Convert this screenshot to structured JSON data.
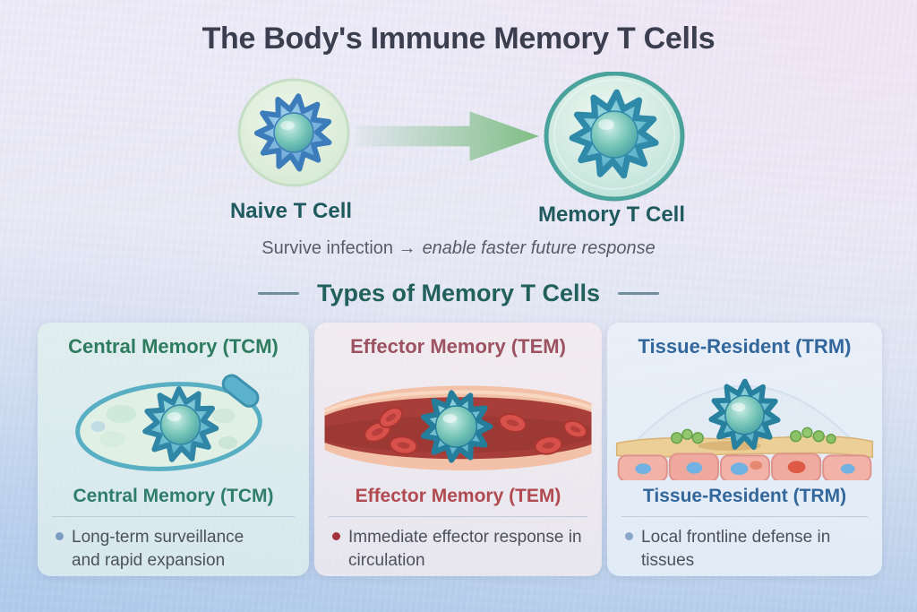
{
  "title": "The Body's Immune Memory T Cells",
  "transformation": {
    "naive_label": "Naive T Cell",
    "memory_label": "Memory T Cell",
    "caption_plain": "Survive infection →",
    "caption_italic": "enable faster future response"
  },
  "section_heading": "Types of Memory T Cells",
  "cards": [
    {
      "title": "Central Memory (TCM)",
      "bullet": "Long-term surveillance and rapid expansion",
      "accent_color": "#2e7c5f",
      "name_color": "#2f7d6b",
      "bullet_dot_color": "#7d9cc2",
      "illustration": "t-cell-in-lymph-node"
    },
    {
      "title": "Effector Memory (TEM)",
      "bullet": "Immediate effector response in circulation",
      "accent_color": "#9c5260",
      "name_color": "#b04a50",
      "bullet_dot_color": "#a2333c",
      "illustration": "t-cell-in-blood-vessel"
    },
    {
      "title": "Tissue-Resident (TRM)",
      "bullet": "Local frontline defense in tissues",
      "accent_color": "#33679c",
      "name_color": "#33679c",
      "bullet_dot_color": "#8aa6c8",
      "illustration": "t-cell-in-tissue"
    }
  ],
  "illustrations": {
    "naive_cell": "naive-t-cell",
    "transform_arrow": "right-arrow",
    "memory_cell": "memory-t-cell"
  },
  "colors": {
    "title_text": "#3a3e4e",
    "cell_label_text": "#1e5a5e",
    "caption_text": "#575c68",
    "section_heading_text": "#22605c",
    "bullet_text": "#4c515c",
    "arrow_green": "#7fbe84",
    "background_top": "#edeaf7",
    "background_bottom": "#b4cdea"
  }
}
